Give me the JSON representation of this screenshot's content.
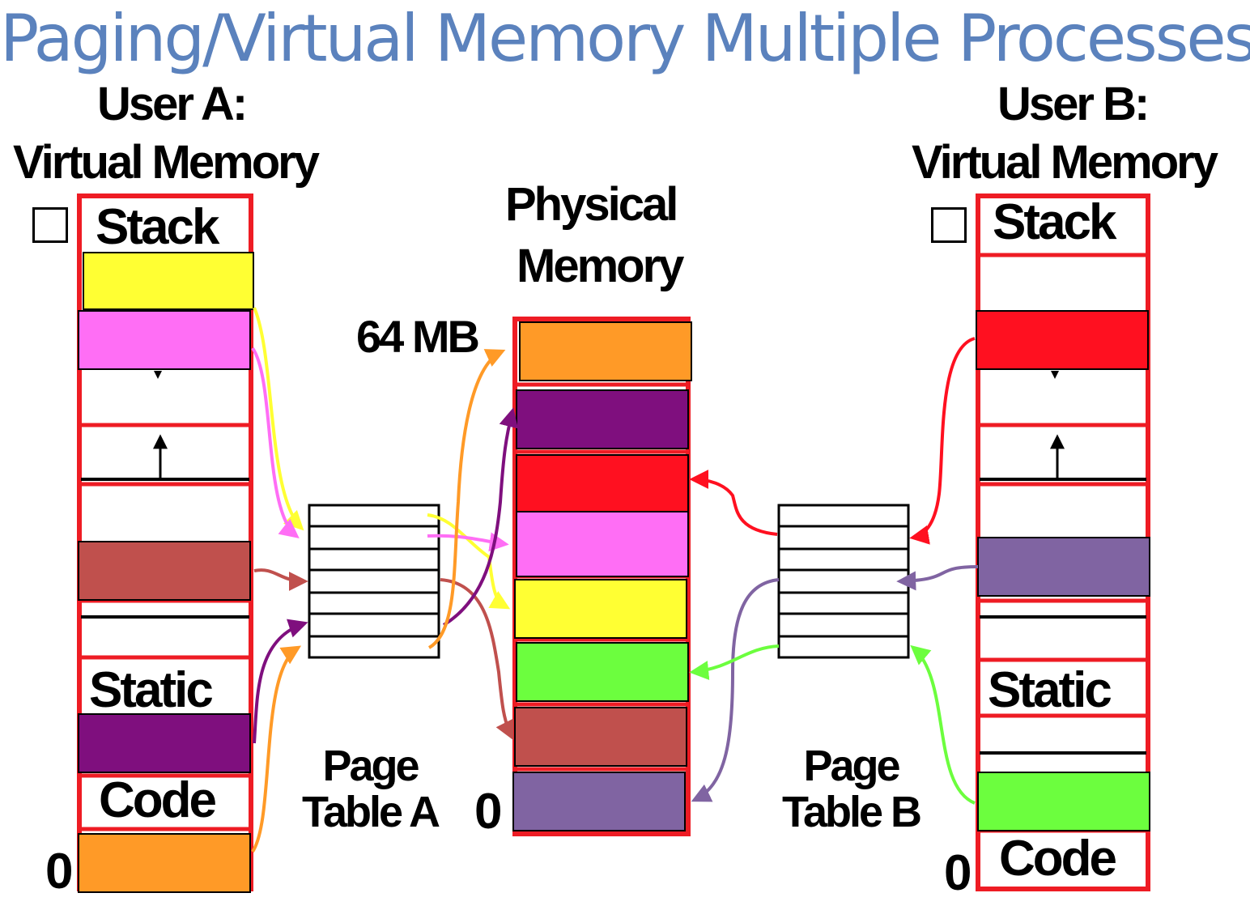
{
  "title": "Paging/Virtual Memory Multiple Processes",
  "user_a": {
    "line1": "User A:",
    "line2": "Virtual Memory",
    "stack": "Stack",
    "static": "Static",
    "code": "Code",
    "zero": "0"
  },
  "user_b": {
    "line1": "User B:",
    "line2": "Virtual Memory",
    "stack": "Stack",
    "static": "Static",
    "code": "Code",
    "zero": "0"
  },
  "physical": {
    "line1": "Physical",
    "line2": "Memory",
    "top_label": "64 MB",
    "zero": "0"
  },
  "page_table_a": {
    "line1": "Page",
    "line2": "Table A"
  },
  "page_table_b": {
    "line1": "Page",
    "line2": "Table B"
  },
  "colors": {
    "frame": "#ee1c24",
    "yellow": "#ffff33",
    "pink": "#ff6ef5",
    "brown": "#c0504d",
    "purple": "#7f0f7e",
    "orange": "#ff9a27",
    "red": "#ff1020",
    "lavender": "#8064a2",
    "green": "#6cfe3e"
  }
}
